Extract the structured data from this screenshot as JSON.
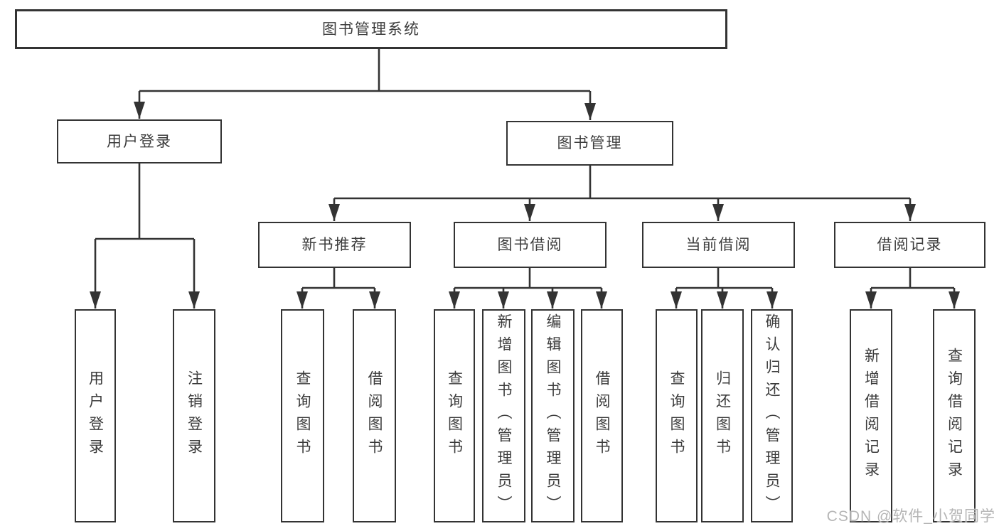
{
  "colors": {
    "line": "#333333",
    "text": "#3c3c3c",
    "box_background": "#ffffff",
    "watermark": "#b5b5b5"
  },
  "watermark": {
    "text": "CSDN @软件_小贺同学"
  },
  "tree": {
    "root": {
      "label": "图书管理系统"
    },
    "branches": [
      {
        "label": "用户登录",
        "leaves": [
          {
            "label": "用户登录"
          },
          {
            "label": "注销登录"
          }
        ]
      },
      {
        "label": "图书管理",
        "groups": [
          {
            "label": "新书推荐",
            "leaves": [
              {
                "label": "查询图书"
              },
              {
                "label": "借阅图书"
              }
            ]
          },
          {
            "label": "图书借阅",
            "leaves": [
              {
                "label": "查询图书"
              },
              {
                "label": "新增图书（管理员）"
              },
              {
                "label": "编辑图书（管理员）"
              },
              {
                "label": "借阅图书"
              }
            ]
          },
          {
            "label": "当前借阅",
            "leaves": [
              {
                "label": "查询图书"
              },
              {
                "label": "归还图书"
              },
              {
                "label": "确认归还（管理员）"
              }
            ]
          },
          {
            "label": "借阅记录",
            "leaves": [
              {
                "label": "新增借阅记录"
              },
              {
                "label": "查询借阅记录"
              }
            ]
          }
        ]
      }
    ]
  }
}
